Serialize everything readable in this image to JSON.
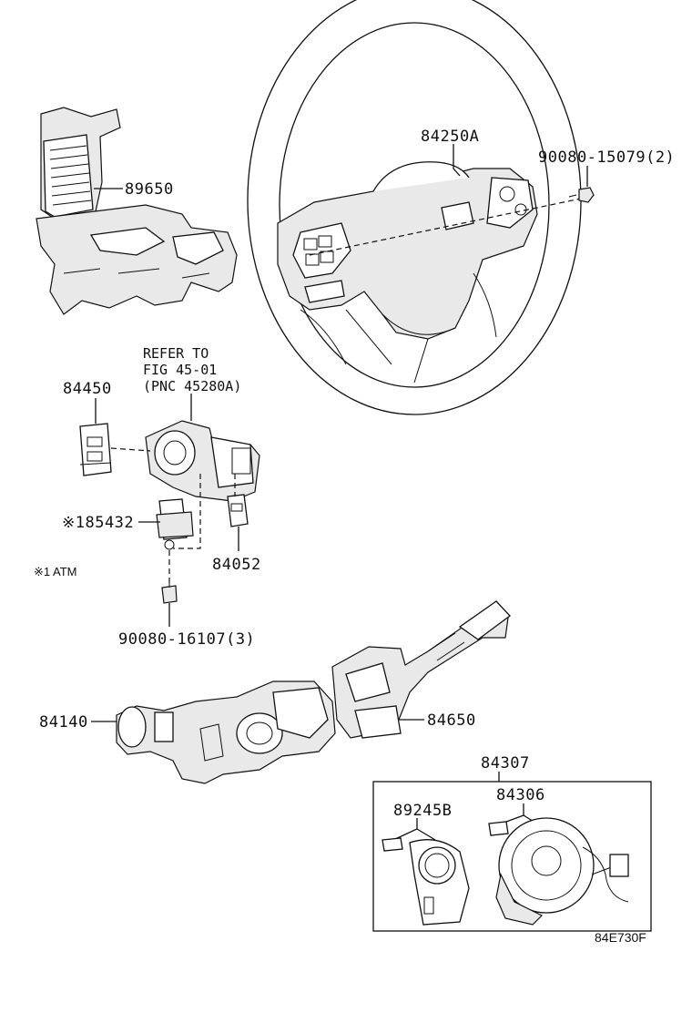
{
  "labels": {
    "p89650": "89650",
    "p84250A": "84250A",
    "p90080_15079": "90080-15079(2)",
    "refer_line1": "REFER TO",
    "refer_line2": "FIG 45-01",
    "refer_line3": "(PNC 45280A)",
    "p84450": "84450",
    "p85432": "※185432",
    "p84052": "84052",
    "note_atm": "※1 ATM",
    "p90080_16107": "90080-16107(3)",
    "p84140": "84140",
    "p84650": "84650",
    "p84307": "84307",
    "p84306": "84306",
    "p89245B": "89245B",
    "figure_code": "84E730F"
  }
}
